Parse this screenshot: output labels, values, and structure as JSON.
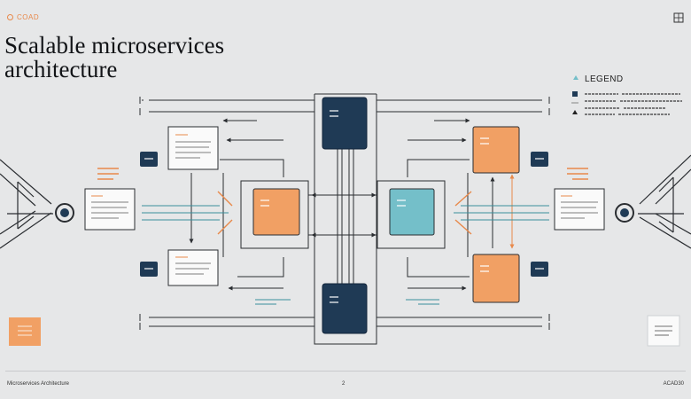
{
  "header": {
    "brand_text": "COAD",
    "title_line1": "Scalable microservices",
    "title_line2": "architecture"
  },
  "legend": {
    "title": "LEGEND"
  },
  "footer": {
    "left_text": "Microservices Architecture",
    "page_number": "2",
    "right_text": "ACAD30"
  },
  "colors": {
    "background": "#e6e7e8",
    "navy": "#1f3a55",
    "orange": "#f1a064",
    "teal": "#74bfc9",
    "accent_orange": "#e8894a",
    "line": "#2a2d31"
  },
  "icons": {
    "brand": "circle-icon",
    "top_right": "grid-icon",
    "nodes": "ring-node-icon"
  }
}
